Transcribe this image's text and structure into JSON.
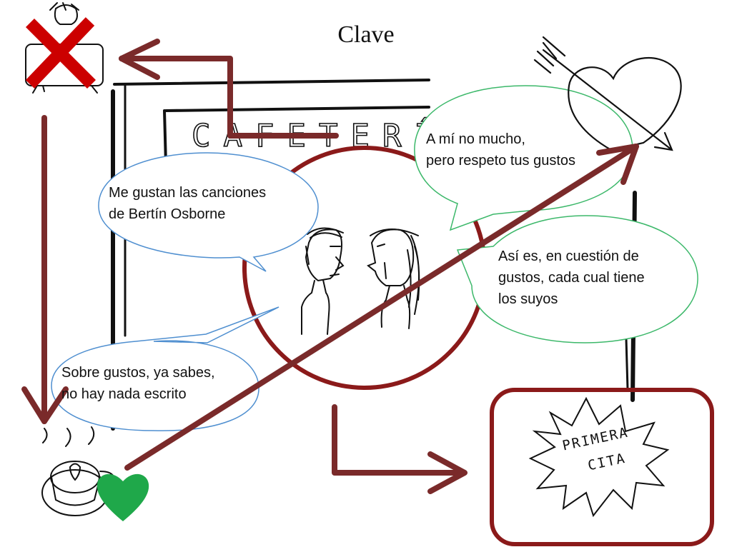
{
  "title": "Clave",
  "shop_sign": "CAFETERÍ",
  "bubbles": [
    {
      "id": "gustos-bertin",
      "lines": [
        "Me gustan las canciones",
        "de Bertín Osborne"
      ]
    },
    {
      "id": "no-mucho",
      "lines": [
        "A mí no mucho,",
        "pero respeto tus gustos"
      ]
    },
    {
      "id": "asi-es",
      "lines": [
        "Así es, en cuestión de",
        "gustos, cada cual tiene",
        "los suyos"
      ]
    },
    {
      "id": "sobre-gustos",
      "lines": [
        "Sobre gustos, ya sabes,",
        "no hay nada escrito"
      ]
    }
  ],
  "stamp": {
    "lines": [
      "PRIMERA",
      "CITA"
    ]
  },
  "colors": {
    "arrow": "#7a2a2a",
    "circle": "#8b1a1a",
    "cross": "#cc0000",
    "heart_green": "#1fa84a",
    "bubble_blue_border": "#4f8fd0",
    "bubble_green_border": "#3cb86a",
    "sketch": "#111111"
  },
  "icons": [
    "cross-icon",
    "heart-arrow-icon",
    "coffee-cup-icon",
    "green-heart-icon",
    "starburst-icon"
  ]
}
